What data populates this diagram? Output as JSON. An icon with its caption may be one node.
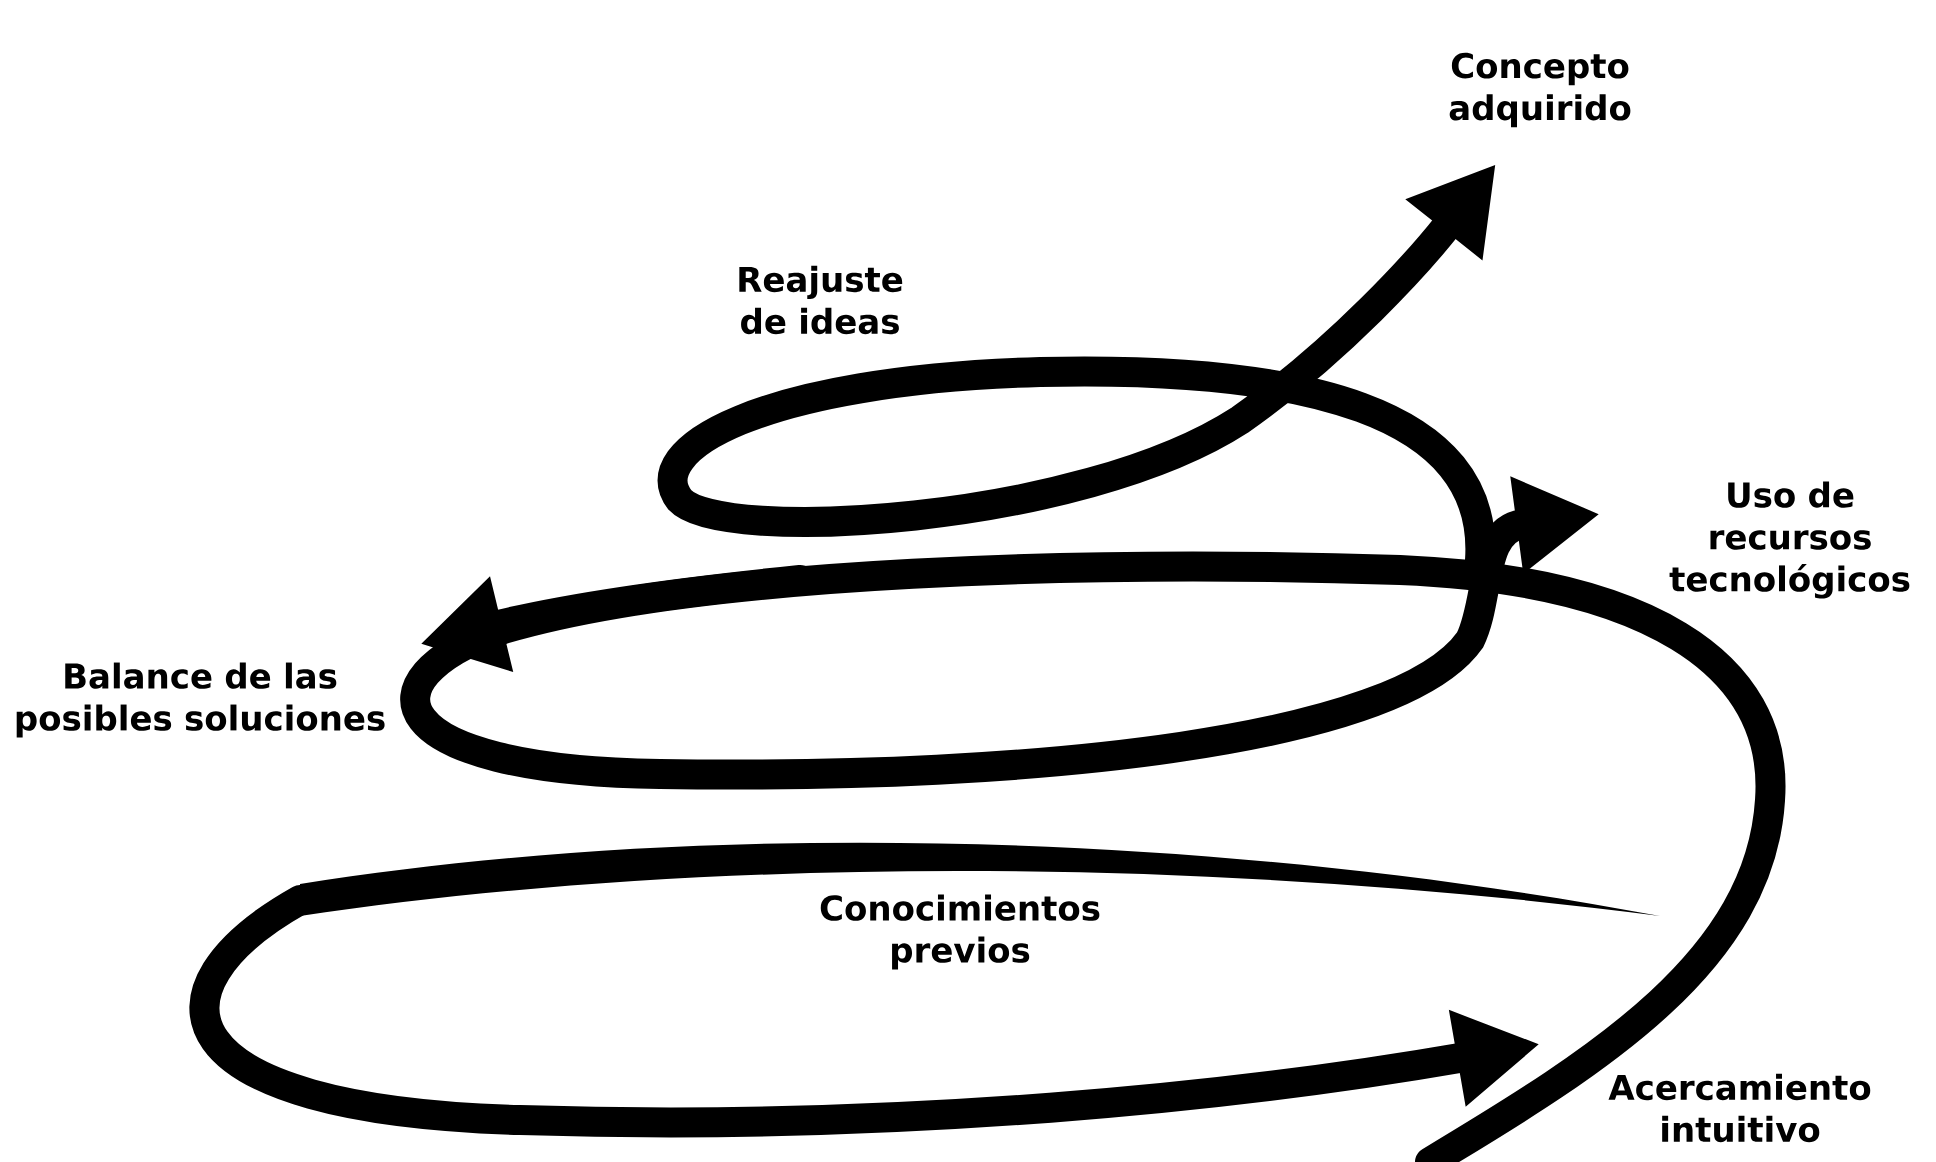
{
  "diagram": {
    "labels": [
      "Concepto adquirido",
      "Reajuste de ideas",
      "Uso de recursos tecnológicos",
      "Balance de las posibles soluciones",
      "Conocimientos previos",
      "Acercamiento intuitivo"
    ]
  }
}
